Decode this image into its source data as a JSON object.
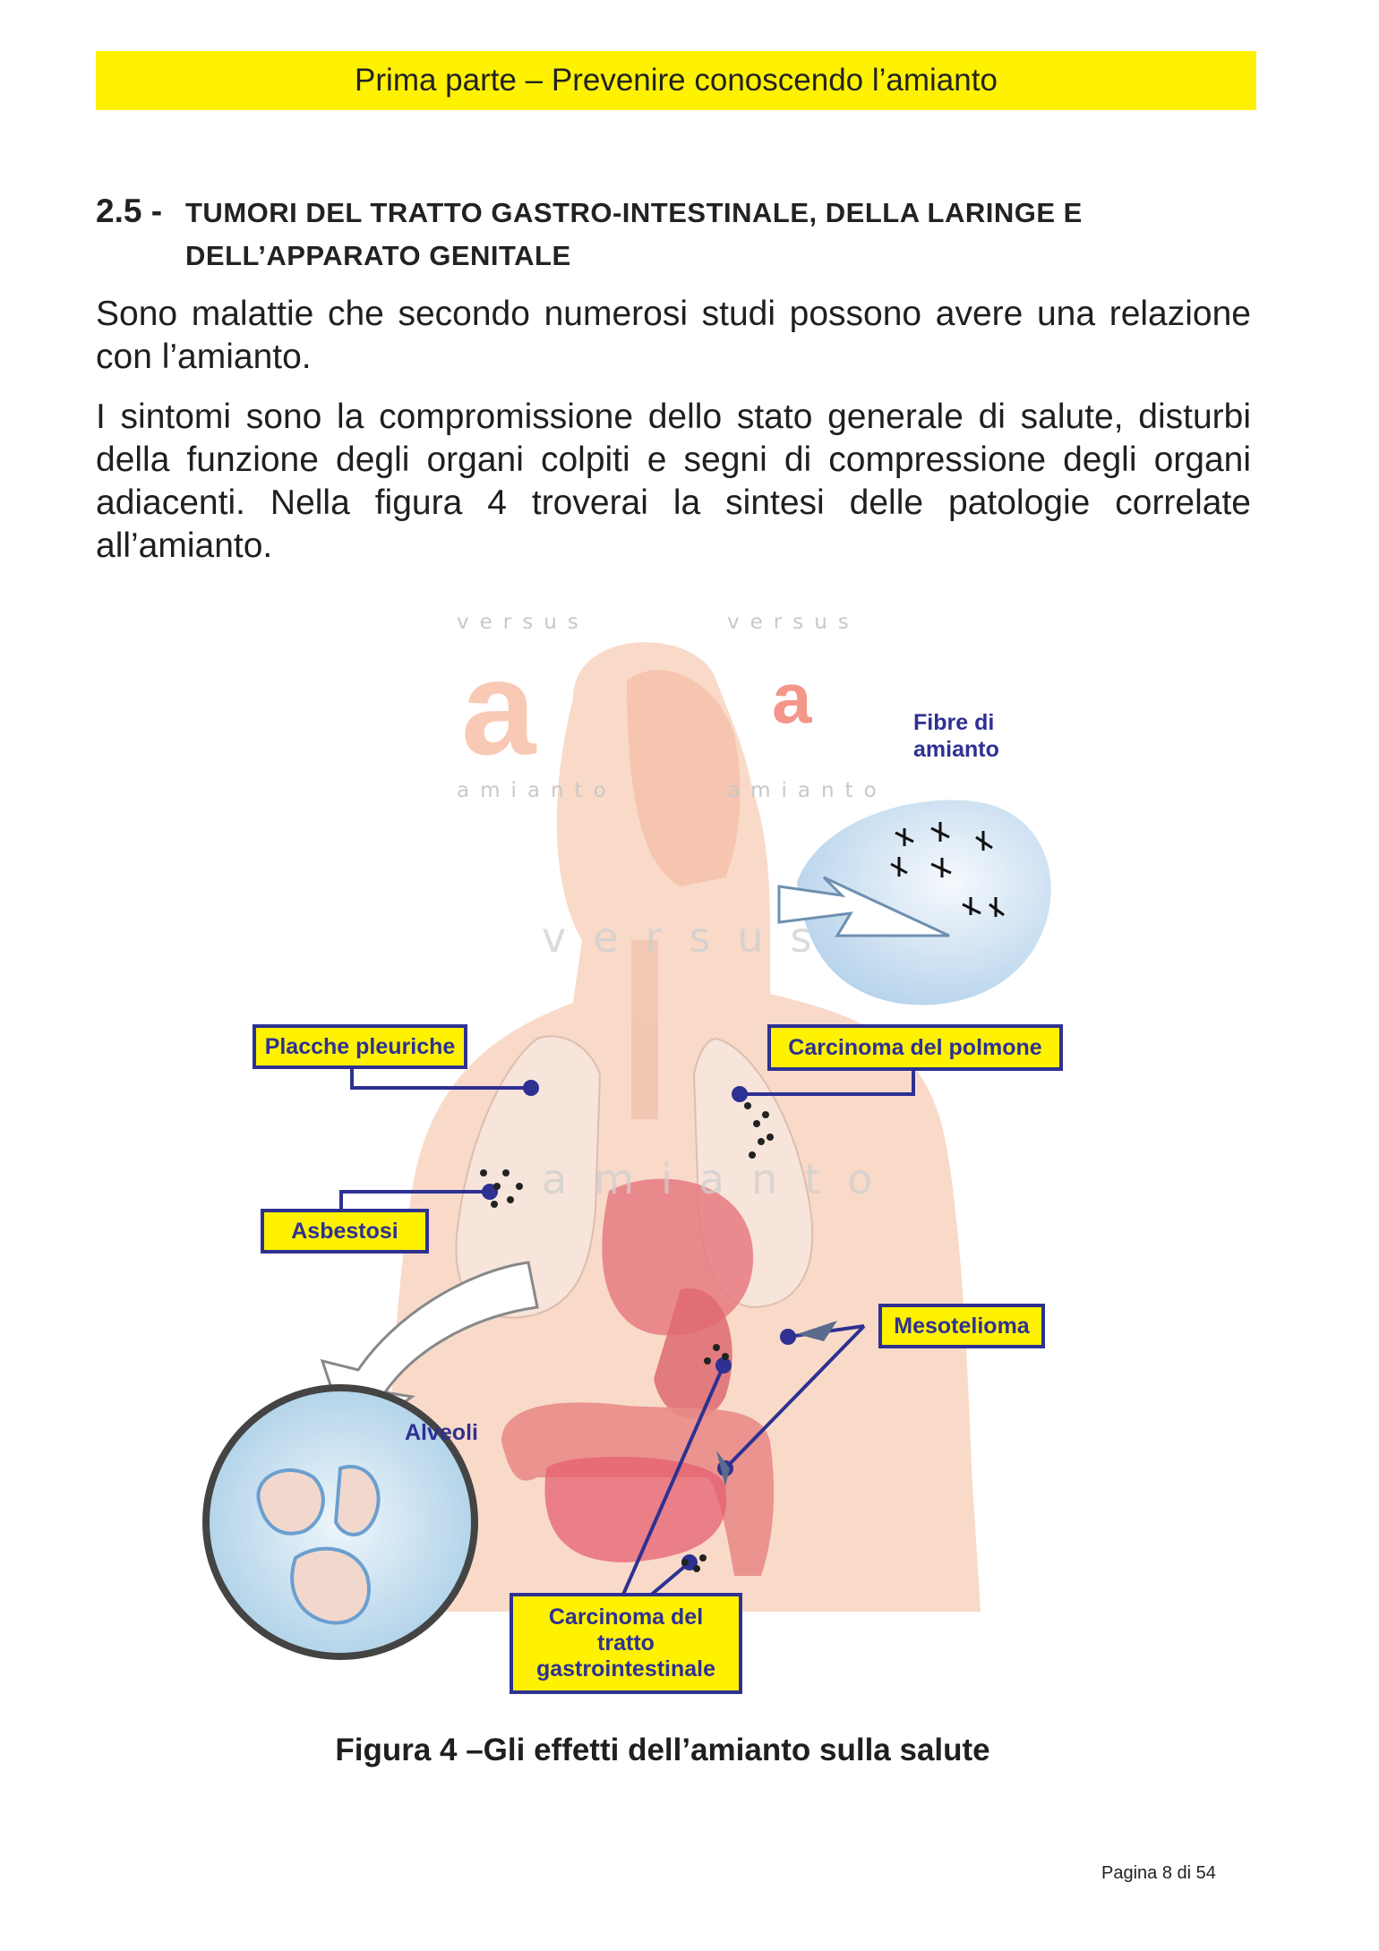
{
  "header": {
    "title": "Prima parte – Prevenire conoscendo l’amianto"
  },
  "section": {
    "number": "2.5 -",
    "title_line1": "TUMORI DEL TRATTO GASTRO-INTESTINALE, DELLA LARINGE E",
    "title_line2": "DELL’APPARATO GENITALE"
  },
  "paragraphs": [
    "Sono malattie che secondo numerosi studi possono avere una relazione con l’amianto.",
    "I sintomi sono la compromissione dello stato generale di salute, disturbi della funzione degli organi colpiti e segni di compressione degli organi adiacenti. Nella figura 4 troverai la sintesi delle patologie correlate all’amianto."
  ],
  "figure": {
    "watermark_top": "versus",
    "watermark_bottom": "amianto",
    "watermark_letter": "a",
    "labels": {
      "fibre": "Fibre di amianto",
      "placche": "Placche pleuriche",
      "carcinoma_polmone": "Carcinoma  del polmone",
      "asbestosi": "Asbestosi",
      "mesotelioma": "Mesotelioma",
      "alveoli": "Alveoli",
      "carcinoma_gi": "Carcinoma  del tratto gastrointestinale"
    },
    "colors": {
      "label_fill": "#fff200",
      "label_border": "#2e3192",
      "skin": "#f6c6ad",
      "organs": "#e8868a"
    }
  },
  "caption": "Figura 4 –Gli effetti dell’amianto sulla salute",
  "footer": {
    "page": "Pagina 8 di 54"
  }
}
